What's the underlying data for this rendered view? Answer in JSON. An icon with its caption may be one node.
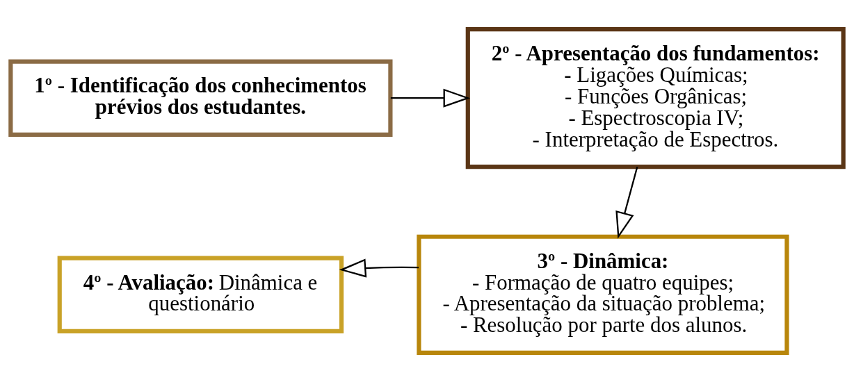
{
  "diagram": {
    "nodes": [
      {
        "text": [
          "**1º - Identificação dos conhecimentos prévios dos estudantes.**"
        ]
      },
      {
        "text": [
          "**2º - Apresentação dos fundamentos:**",
          "- Ligações Químicas;",
          "- Funções Orgânicas;",
          "- Espectroscopia IV;",
          "- Interpretação de Espectros."
        ]
      },
      {
        "text": [
          "**3º - Dinâmica:**",
          "- Formação de quatro equipes;",
          "- Apresentação da situação problema;",
          "- Resolução por parte dos alunos."
        ]
      },
      {
        "text": [
          "**4º - Avaliação:** Dinâmica e questionário"
        ]
      }
    ],
    "edges": [
      {
        "from": 0,
        "to": 1,
        "arrow": "to"
      },
      {
        "from": 1,
        "to": 2,
        "arrow": "to"
      },
      {
        "from": 2,
        "to": 3,
        "arrow": "to"
      }
    ]
  }
}
